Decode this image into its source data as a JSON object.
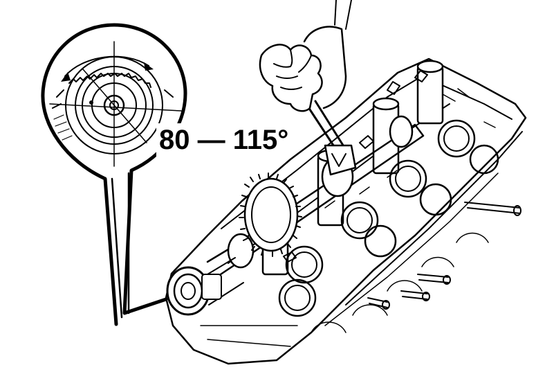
{
  "diagram": {
    "angle_label": "80 — 115°",
    "colors": {
      "ink": "#000000",
      "paper": "#ffffff"
    },
    "icons": [
      "camshaft-gear",
      "valve-lifter",
      "screwdriver",
      "hand",
      "cylinder-head"
    ]
  }
}
